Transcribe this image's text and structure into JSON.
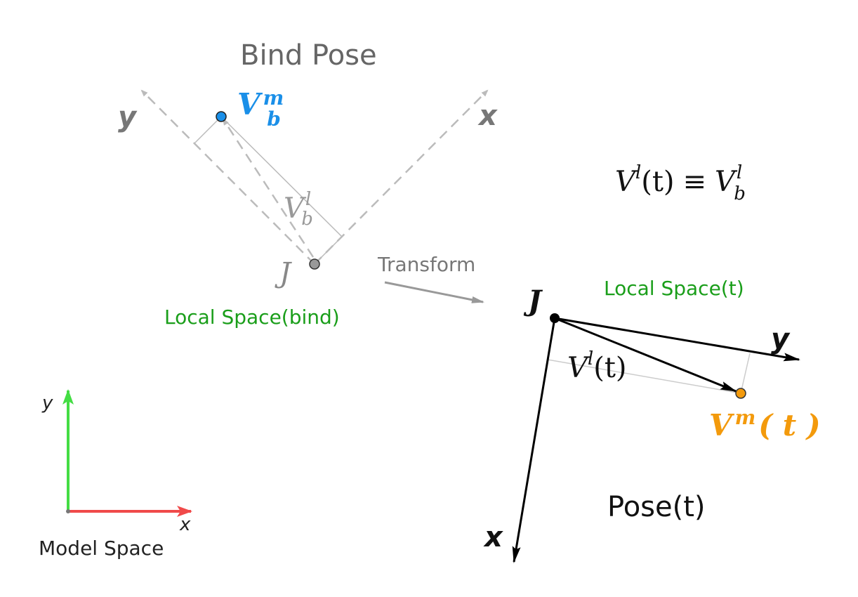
{
  "bind_pose": {
    "title": "Bind Pose",
    "axis_x": "x",
    "axis_y": "y",
    "joint": "J",
    "vertex_model": {
      "base": "V",
      "sub": "b",
      "sup": "m"
    },
    "vertex_local": {
      "base": "V",
      "sub": "b",
      "sup": "l"
    },
    "space_label": "Local Space(bind)"
  },
  "transform_label": "Transform",
  "equation": {
    "lhs_base": "V",
    "lhs_sup": "l",
    "lhs_arg": "(t)",
    "op": "≡",
    "rhs_base": "V",
    "rhs_sub": "b",
    "rhs_sup": "l"
  },
  "pose_t": {
    "title": "Pose(t)",
    "axis_x": "x",
    "axis_y": "y",
    "joint": "J",
    "space_label": "Local Space(t)",
    "vertex_local": {
      "base": "V",
      "sup": "l",
      "arg": "(t)"
    },
    "vertex_model": {
      "base": "V",
      "sup": "m",
      "arg": "( t )"
    }
  },
  "model_space": {
    "label": "Model Space",
    "axis_x": "x",
    "axis_y": "y"
  },
  "colors": {
    "blue": "#1a8fe8",
    "orange": "#f39a0c",
    "green": "#1a9e1a",
    "gray": "#8a8a8a",
    "x_axis": "#f04a4a",
    "y_axis": "#44dd44"
  }
}
